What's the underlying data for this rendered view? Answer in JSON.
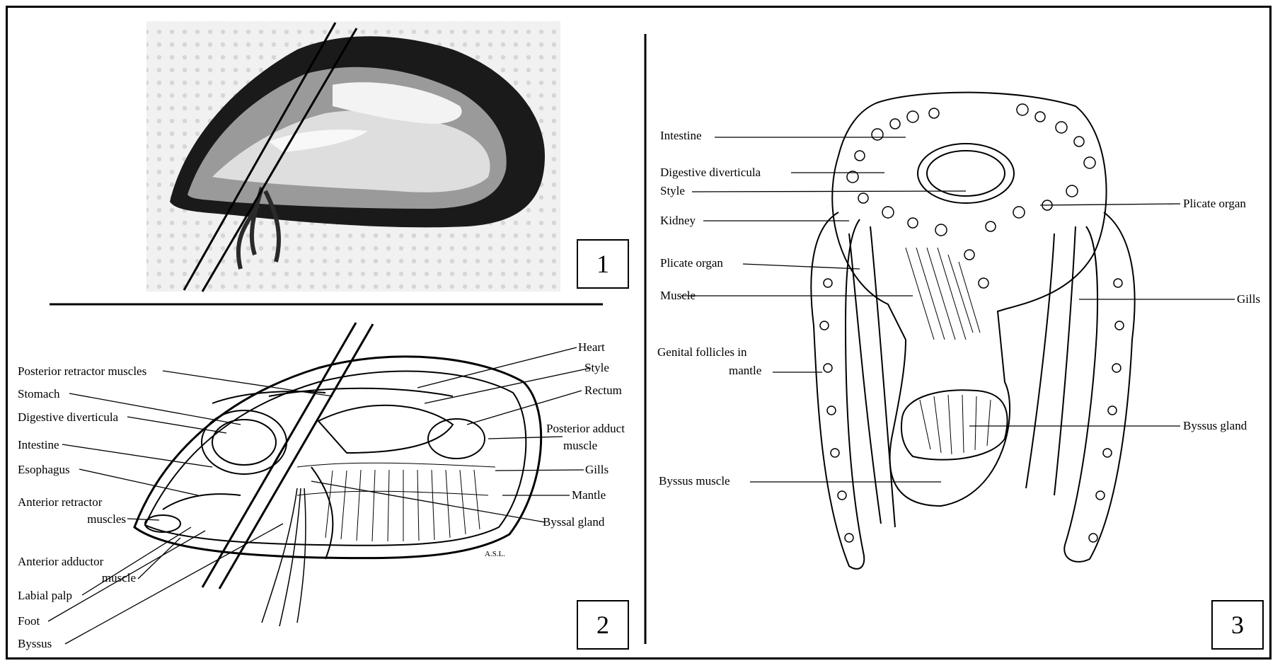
{
  "panels": {
    "one": {
      "number": "1"
    },
    "two": {
      "number": "2",
      "labels": {
        "posterior_retractor": "Posterior retractor muscles",
        "stomach": "Stomach",
        "digestive_diverticula": "Digestive diverticula",
        "intestine": "Intestine",
        "esophagus": "Esophagus",
        "anterior_retractor_1": "Anterior retractor",
        "anterior_retractor_2": "muscles",
        "anterior_adductor_1": "Anterior adductor",
        "anterior_adductor_2": "muscle",
        "labial_palp": "Labial palp",
        "foot": "Foot",
        "byssus": "Byssus",
        "heart": "Heart",
        "style": "Style",
        "rectum": "Rectum",
        "posterior_adduct_1": "Posterior adduct",
        "posterior_adduct_2": "muscle",
        "gills": "Gills",
        "mantle": "Mantle",
        "byssal_gland": "Byssal gland",
        "signature": "A.S.L."
      }
    },
    "three": {
      "number": "3",
      "labels": {
        "intestine": "Intestine",
        "digestive_diverticula": "Digestive diverticula",
        "style": "Style",
        "kidney": "Kidney",
        "plicate_organ_left": "Plicate organ",
        "muscle": "Muscle",
        "genital_1": "Genital follicles in",
        "genital_2": "mantle",
        "byssus_muscle": "Byssus muscle",
        "plicate_organ_right": "Plicate organ",
        "gills": "Gills",
        "byssus_gland": "Byssus gland"
      }
    }
  },
  "colors": {
    "ink": "#000000",
    "photo_bg": "#eeeeee",
    "shell": "#1a1a1a"
  }
}
